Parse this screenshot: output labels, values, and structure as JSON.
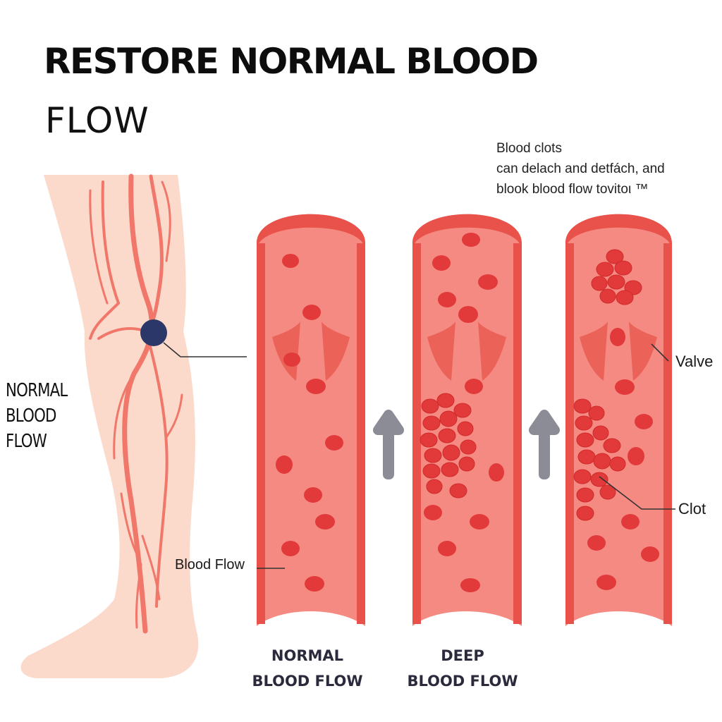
{
  "title": {
    "line1": "RESTORE NORMAL BLOOD",
    "line2": "FLOW"
  },
  "note": {
    "lines": [
      "Blood clots",
      "can delach and detfách, and",
      "blook blood flow tovitoι ™"
    ]
  },
  "side_label": {
    "lines": [
      "NORMAL",
      "BLOOD",
      "FLOW"
    ]
  },
  "labels": {
    "blood_flow": "Blood Flow",
    "valve": "Valve",
    "clot": "Clot"
  },
  "captions": [
    {
      "lines": [
        "NORMAL",
        "BLOOD FLOW"
      ]
    },
    {
      "lines": [
        "DEEP",
        "BLOOD FLOW"
      ]
    }
  ],
  "colors": {
    "vessel_fill": "#f58a82",
    "vessel_wall": "#e8524a",
    "blood_cell": "#e23a3a",
    "skin": "#fbd9cb",
    "vein": "#f0776a",
    "marker": "#2b3768",
    "arrow": "#8c8c96"
  }
}
